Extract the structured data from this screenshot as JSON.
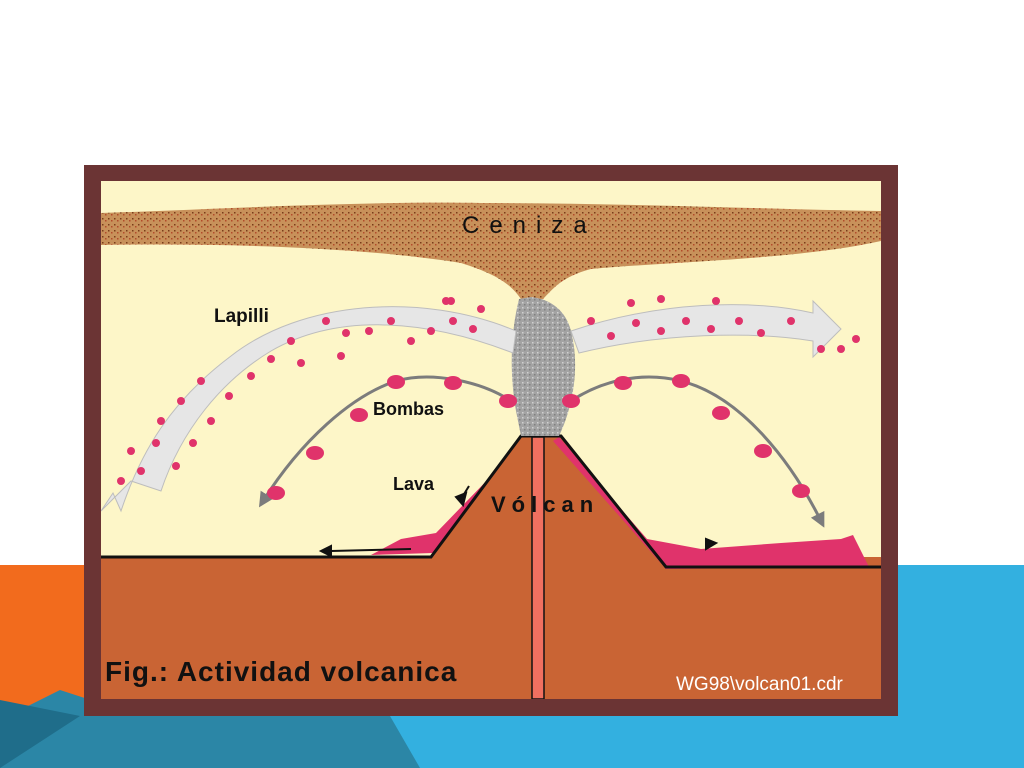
{
  "labels": {
    "ceniza": "Ceniza",
    "lapilli": "Lapilli",
    "bombas": "Bombas",
    "lava": "Lava",
    "volcan": "Vólcan"
  },
  "caption": "Fig.: Actividad volcanica",
  "file_tag": "WG98\\volcan01.cdr",
  "colors": {
    "frame": "#6b3434",
    "sky": "#fdf6c8",
    "ash": "#c8915a",
    "ground": "#c96434",
    "lava": "#e0336b",
    "lapilli_band": "#e6e6e6",
    "smoke": "#a3a3a3",
    "slide_orange": "#f26b1d",
    "slide_blue": "#33b0e0"
  }
}
